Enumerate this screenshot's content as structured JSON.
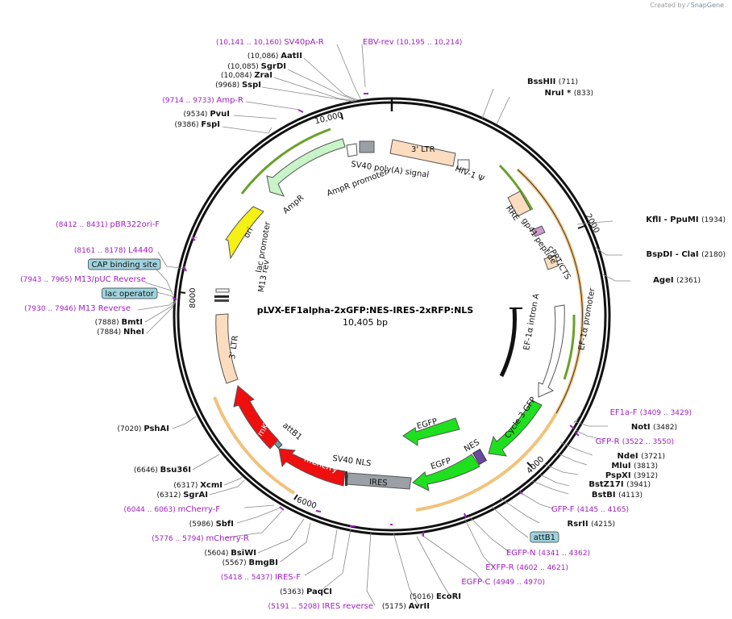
{
  "credit": {
    "prefix": "Created by",
    "brand": "SnapGene"
  },
  "plasmid": {
    "name": "pLVX-EF1alpha-2xGFP:NES-IRES-2xRFP:NLS",
    "length": "10,405 bp"
  },
  "ruler": [
    "10,000",
    "2000",
    "4000",
    "6000",
    "8000"
  ],
  "features_on_map": [
    {
      "label": "3' LTR"
    },
    {
      "label": "SV40 poly(A) signal"
    },
    {
      "label": "HIV-1 Ψ"
    },
    {
      "label": "AmpR promoter"
    },
    {
      "label": "AmpR"
    },
    {
      "label": "ori"
    },
    {
      "label": "RRE"
    },
    {
      "label": "gp41 peptide"
    },
    {
      "label": "cPPT/CTS"
    },
    {
      "label": "lac promoter"
    },
    {
      "label": "M13 rev"
    },
    {
      "label": "EF-1α promoter"
    },
    {
      "label": "EF-1α intron A"
    },
    {
      "label": "3' LTR"
    },
    {
      "label": "Cycle 3 GFP"
    },
    {
      "label": "EGFP"
    },
    {
      "label": "EGFP"
    },
    {
      "label": "NES"
    },
    {
      "label": "IRES"
    },
    {
      "label": "SV40 NLS"
    },
    {
      "label": "mCherry"
    },
    {
      "label": "mKate2"
    },
    {
      "label": "attB1"
    }
  ],
  "site_labels": [
    {
      "pos": "(10,141 .. 10,160)",
      "name": "SV40pA-R",
      "primer": true
    },
    {
      "pos": "(10,195 .. 10,214)",
      "name": "EBV-rev",
      "primer": true
    },
    {
      "pos": "(10,086)",
      "name": "AatII"
    },
    {
      "pos": "(10,085)",
      "name": "SgrDI"
    },
    {
      "pos": "(10,084)",
      "name": "ZraI"
    },
    {
      "pos": "(9968)",
      "name": "SspI"
    },
    {
      "pos": "(9714 .. 9733)",
      "name": "Amp-R",
      "primer": true
    },
    {
      "pos": "(9534)",
      "name": "PvuI"
    },
    {
      "pos": "(9386)",
      "name": "FspI"
    },
    {
      "pos": "(8412 .. 8431)",
      "name": "pBR322ori-F",
      "primer": true
    },
    {
      "pos": "(8161 .. 8178)",
      "name": "L4440",
      "primer": true
    },
    {
      "pos": "",
      "name": "CAP binding site",
      "boxed": true
    },
    {
      "pos": "(7943 .. 7965)",
      "name": "M13/pUC Reverse",
      "primer": true
    },
    {
      "pos": "",
      "name": "lac operator",
      "boxed": true
    },
    {
      "pos": "(7930 .. 7946)",
      "name": "M13 Reverse",
      "primer": true
    },
    {
      "pos": "(7888)",
      "name": "BmtI"
    },
    {
      "pos": "(7884)",
      "name": "NheI"
    },
    {
      "pos": "(7020)",
      "name": "PshAI"
    },
    {
      "pos": "(6646)",
      "name": "Bsu36I"
    },
    {
      "pos": "(6317)",
      "name": "XcmI"
    },
    {
      "pos": "(6312)",
      "name": "SgrAI"
    },
    {
      "pos": "(6044 .. 6063)",
      "name": "mCherry-F",
      "primer": true
    },
    {
      "pos": "(5986)",
      "name": "SbfI"
    },
    {
      "pos": "(5776 .. 5794)",
      "name": "mCherry-R",
      "primer": true
    },
    {
      "pos": "(5604)",
      "name": "BsiWI"
    },
    {
      "pos": "(5567)",
      "name": "BmgBI"
    },
    {
      "pos": "(5418 .. 5437)",
      "name": "IRES-F",
      "primer": true
    },
    {
      "pos": "(5363)",
      "name": "PaqCI"
    },
    {
      "pos": "(5191 .. 5208)",
      "name": "IRES reverse",
      "primer": true
    },
    {
      "pos": "(5175)",
      "name": "AvrII"
    },
    {
      "pos": "(5016)",
      "name": "EcoRI"
    },
    {
      "pos": "(4949 .. 4970)",
      "name": "EGFP-C",
      "primer": true
    },
    {
      "pos": "(4602 .. 4621)",
      "name": "EXFP-R",
      "primer": true
    },
    {
      "pos": "(4341 .. 4362)",
      "name": "EGFP-N",
      "primer": true
    },
    {
      "pos": "",
      "name": "attB1",
      "boxed": true
    },
    {
      "pos": "(4215)",
      "name": "RsrII"
    },
    {
      "pos": "(4145 .. 4165)",
      "name": "GFP-F",
      "primer": true
    },
    {
      "pos": "(4113)",
      "name": "BstBI"
    },
    {
      "pos": "(3941)",
      "name": "BstZ17I"
    },
    {
      "pos": "(3912)",
      "name": "PspXI"
    },
    {
      "pos": "(3813)",
      "name": "MluI"
    },
    {
      "pos": "(3721)",
      "name": "NdeI"
    },
    {
      "pos": "(3522 .. 3550)",
      "name": "GFP-R",
      "primer": true
    },
    {
      "pos": "(3482)",
      "name": "NotI"
    },
    {
      "pos": "(3409 .. 3429)",
      "name": "EF1a-F",
      "primer": true
    },
    {
      "pos": "(2361)",
      "name": "AgeI"
    },
    {
      "pos": "(2180)",
      "name": "BspDI  - ClaI"
    },
    {
      "pos": "(1934)",
      "name": "KflI  - PpuMI"
    },
    {
      "pos": "(833)",
      "name": "NruI *"
    },
    {
      "pos": "(711)",
      "name": "BssHII"
    }
  ]
}
